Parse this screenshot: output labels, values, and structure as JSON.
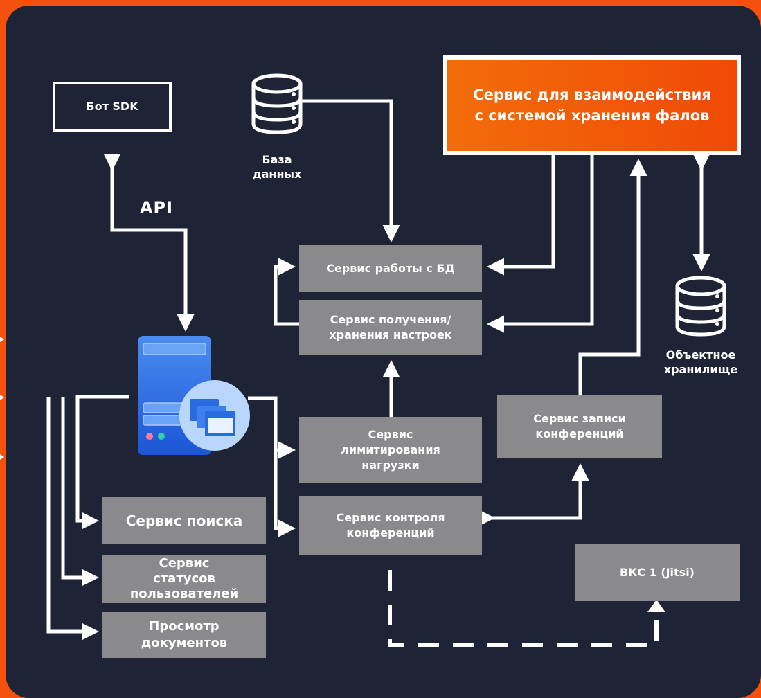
{
  "nodes": {
    "bot_sdk": "Бот SDK",
    "api": "API",
    "database": "База\nданных",
    "storage_service": "Сервис для взаимодействия\nс системой хранения фалов",
    "db_service": "Сервис работы с БД",
    "settings_service": "Сервис получения/\nхранения настроек",
    "object_storage": "Объектное\nхранилище",
    "rate_limit_service": "Сервис\nлимитирования\nнагрузки",
    "recording_service": "Сервис записи\nконференций",
    "search_service": "Сервис поиска",
    "user_status_service": "Сервис\nстатусов\nпользователей",
    "conference_control_service": "Сервис контроля\nконференций",
    "doc_viewer": "Просмотр\nдокументов",
    "vks": "ВКС 1 (Jitsi)"
  },
  "colors": {
    "background": "#1e2335",
    "frame": "#f4500e",
    "box_gray": "#8a8a8d",
    "accent_orange": "#f26d0a",
    "line": "#ffffff"
  },
  "icons": [
    "database-icon",
    "server-icon",
    "windows-icon"
  ]
}
